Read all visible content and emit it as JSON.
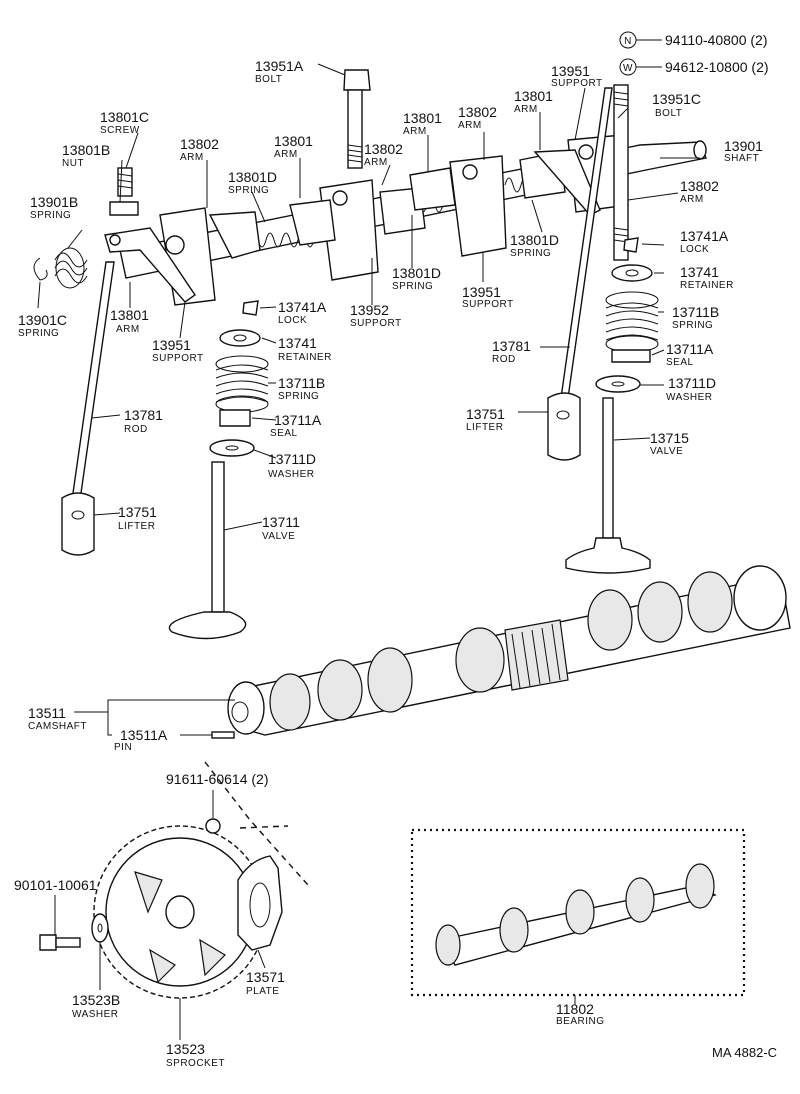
{
  "diagram_ref": "MA  4882-C",
  "callouts": {
    "c94110": {
      "num": "94110-40800 (2)",
      "symbol": "N"
    },
    "c94612": {
      "num": "94612-10800 (2)",
      "symbol": "W"
    },
    "c13951A": {
      "num": "13951A",
      "name": "BOLT"
    },
    "c13951_top": {
      "num": "13951",
      "name": "SUPPORT"
    },
    "c13951C": {
      "num": "13951C",
      "name": "BOLT"
    },
    "c13801C": {
      "num": "13801C",
      "name": "SCREW"
    },
    "c13801B": {
      "num": "13801B",
      "name": "NUT"
    },
    "c13802_a": {
      "num": "13802",
      "name": "ARM"
    },
    "c13801_a": {
      "num": "13801",
      "name": "ARM"
    },
    "c13802_b": {
      "num": "13802",
      "name": "ARM"
    },
    "c13801_b": {
      "num": "13801",
      "name": "ARM"
    },
    "c13802_c": {
      "num": "13802",
      "name": "ARM"
    },
    "c13801_c": {
      "num": "13801",
      "name": "ARM"
    },
    "c13901": {
      "num": "13901",
      "name": "SHAFT"
    },
    "c13802_d": {
      "num": "13802",
      "name": "ARM"
    },
    "c13901B": {
      "num": "13901B",
      "name": "SPRING"
    },
    "c13801D_a": {
      "num": "13801D",
      "name": "SPRING"
    },
    "c13801D_b": {
      "num": "13801D",
      "name": "SPRING"
    },
    "c13801D_c": {
      "num": "13801D",
      "name": "SPRING"
    },
    "c13741A_r": {
      "num": "13741A",
      "name": "LOCK"
    },
    "c13741_r": {
      "num": "13741",
      "name": "RETAINER"
    },
    "c13711B_r": {
      "num": "13711B",
      "name": "SPRING"
    },
    "c13711A_r": {
      "num": "13711A",
      "name": "SEAL"
    },
    "c13711D_r": {
      "num": "13711D",
      "name": "WASHER"
    },
    "c13715": {
      "num": "13715",
      "name": "VALVE"
    },
    "c13781_r": {
      "num": "13781",
      "name": "ROD"
    },
    "c13751_r": {
      "num": "13751",
      "name": "LIFTER"
    },
    "c13952": {
      "num": "13952",
      "name": "SUPPORT"
    },
    "c13951_mid": {
      "num": "13951",
      "name": "SUPPORT"
    },
    "c13901C": {
      "num": "13901C",
      "name": "SPRING"
    },
    "c13801_l": {
      "num": "13801",
      "name": "ARM"
    },
    "c13951_l": {
      "num": "13951",
      "name": "SUPPORT"
    },
    "c13741A_l": {
      "num": "13741A",
      "name": "LOCK"
    },
    "c13741_l": {
      "num": "13741",
      "name": "RETAINER"
    },
    "c13711B_l": {
      "num": "13711B",
      "name": "SPRING"
    },
    "c13711A_l": {
      "num": "13711A",
      "name": "SEAL"
    },
    "c13711D_l": {
      "num": "13711D",
      "name": "WASHER"
    },
    "c13781_l": {
      "num": "13781",
      "name": "ROD"
    },
    "c13751_l": {
      "num": "13751",
      "name": "LIFTER"
    },
    "c13711": {
      "num": "13711",
      "name": "VALVE"
    },
    "c13511": {
      "num": "13511",
      "name": "CAMSHAFT"
    },
    "c13511A": {
      "num": "13511A",
      "name": "PIN"
    },
    "c91611": {
      "num": "91611-60614 (2)"
    },
    "c90101": {
      "num": "90101-10061"
    },
    "c13523B": {
      "num": "13523B",
      "name": "WASHER"
    },
    "c13523": {
      "num": "13523",
      "name": "SPROCKET"
    },
    "c13571": {
      "num": "13571",
      "name": "PLATE"
    },
    "c11802": {
      "num": "11802",
      "name": "BEARING"
    }
  }
}
